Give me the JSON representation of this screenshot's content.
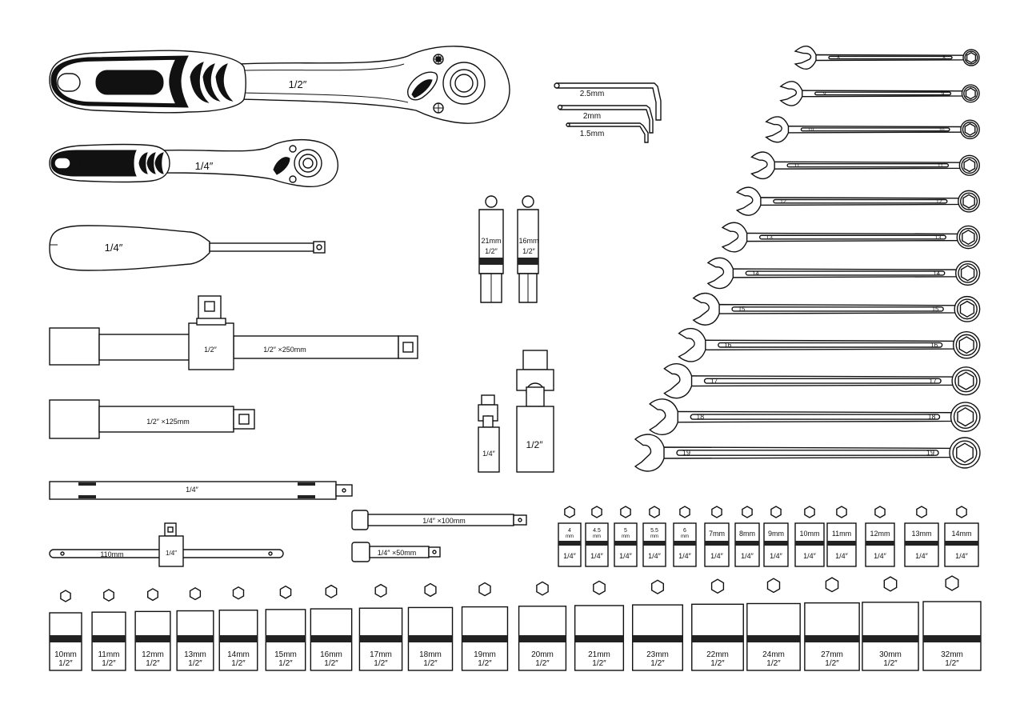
{
  "colors": {
    "ink": "#111111",
    "paper": "#ffffff",
    "grip": "#151515"
  },
  "ratchets": [
    {
      "label": "1/2″"
    },
    {
      "label": "1/4″"
    }
  ],
  "screwdriver": {
    "label": "1/4″"
  },
  "t_bar_big": {
    "head_label": "1/2″",
    "bar_label": "1/2″ ×250mm"
  },
  "extension_big": {
    "label": "1/2″ ×125mm"
  },
  "extension_long": {
    "label": "1/4″"
  },
  "t_bar_small": {
    "bar_label": "110mm",
    "head_label": "1/4″"
  },
  "extension_100": {
    "label": "1/4″ ×100mm"
  },
  "extension_50": {
    "label": "1/4″ ×50mm"
  },
  "hex_keys": [
    "2.5mm",
    "2mm",
    "1.5mm"
  ],
  "deep_sockets": [
    {
      "size": "21mm",
      "drive": "1/2″"
    },
    {
      "size": "16mm",
      "drive": "1/2″"
    }
  ],
  "universal_joints": [
    {
      "label": "1/4″"
    },
    {
      "label": "1/2″"
    }
  ],
  "wrenches": [
    "8",
    "9",
    "10",
    "11",
    "12",
    "13",
    "14",
    "15",
    "16",
    "17",
    "18",
    "19"
  ],
  "sockets_quarter": [
    {
      "size": "4\nmm",
      "drive": "1/4″"
    },
    {
      "size": "4.5\nmm",
      "drive": "1/4″"
    },
    {
      "size": "5\nmm",
      "drive": "1/4″"
    },
    {
      "size": "5.5\nmm",
      "drive": "1/4″"
    },
    {
      "size": "6\nmm",
      "drive": "1/4″"
    },
    {
      "size": "7mm",
      "drive": "1/4″"
    },
    {
      "size": "8mm",
      "drive": "1/4″"
    },
    {
      "size": "9mm",
      "drive": "1/4″"
    },
    {
      "size": "10mm",
      "drive": "1/4″"
    },
    {
      "size": "11mm",
      "drive": "1/4″"
    },
    {
      "size": "12mm",
      "drive": "1/4″"
    },
    {
      "size": "13mm",
      "drive": "1/4″"
    },
    {
      "size": "14mm",
      "drive": "1/4″"
    }
  ],
  "sockets_half": [
    {
      "size": "10mm",
      "drive": "1/2″"
    },
    {
      "size": "11mm",
      "drive": "1/2″"
    },
    {
      "size": "12mm",
      "drive": "1/2″"
    },
    {
      "size": "13mm",
      "drive": "1/2″"
    },
    {
      "size": "14mm",
      "drive": "1/2″"
    },
    {
      "size": "15mm",
      "drive": "1/2″"
    },
    {
      "size": "16mm",
      "drive": "1/2″"
    },
    {
      "size": "17mm",
      "drive": "1/2″"
    },
    {
      "size": "18mm",
      "drive": "1/2″"
    },
    {
      "size": "19mm",
      "drive": "1/2″"
    },
    {
      "size": "20mm",
      "drive": "1/2″"
    },
    {
      "size": "21mm",
      "drive": "1/2″"
    },
    {
      "size": "23mm",
      "drive": "1/2″"
    },
    {
      "size": "22mm",
      "drive": "1/2″"
    },
    {
      "size": "24mm",
      "drive": "1/2″"
    },
    {
      "size": "27mm",
      "drive": "1/2″"
    },
    {
      "size": "30mm",
      "drive": "1/2″"
    },
    {
      "size": "32mm",
      "drive": "1/2″"
    }
  ]
}
